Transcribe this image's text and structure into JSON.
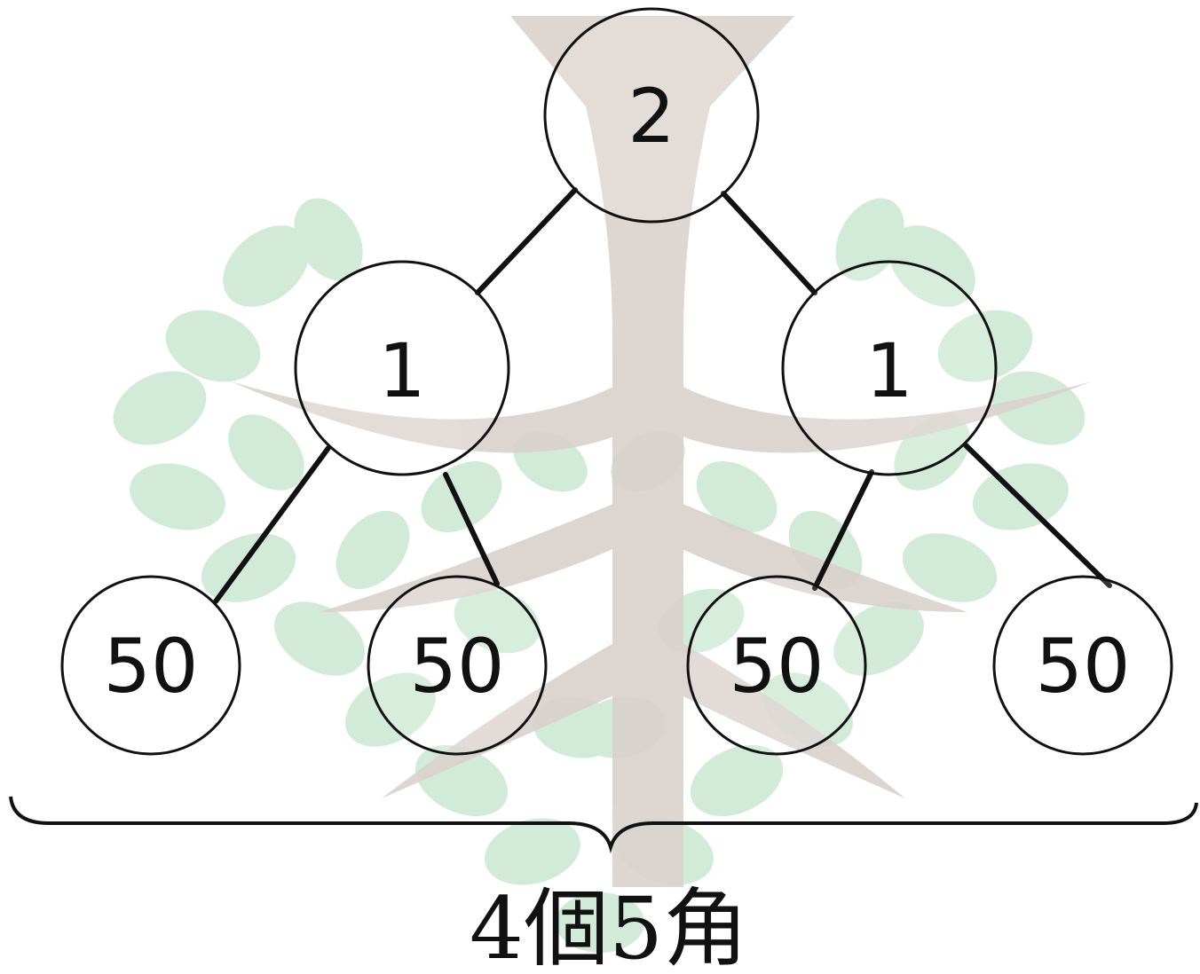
{
  "tree": {
    "root": {
      "label": "2"
    },
    "level1": [
      {
        "label": "1"
      },
      {
        "label": "1"
      }
    ],
    "leaves": [
      {
        "label": "50"
      },
      {
        "label": "50"
      },
      {
        "label": "50"
      },
      {
        "label": "50"
      }
    ]
  },
  "caption": "4個5角",
  "colors": {
    "leaf_green": "#bfe3c9",
    "trunk_brown": "#d8cfc9",
    "line": "#111111"
  },
  "background_icon": "tree-illustration"
}
